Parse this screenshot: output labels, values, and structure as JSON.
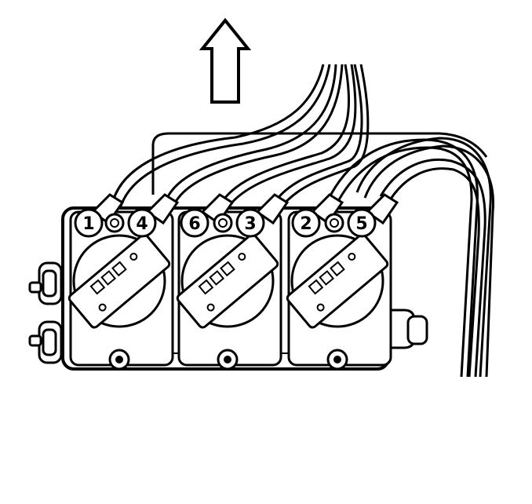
{
  "terminals": [
    {
      "id": "t1",
      "label": "1"
    },
    {
      "id": "t4",
      "label": "4"
    },
    {
      "id": "t6",
      "label": "6"
    },
    {
      "id": "t3",
      "label": "3"
    },
    {
      "id": "t2",
      "label": "2"
    },
    {
      "id": "t5",
      "label": "5"
    }
  ],
  "colors": {
    "ink": "#000000",
    "paper": "#ffffff"
  }
}
